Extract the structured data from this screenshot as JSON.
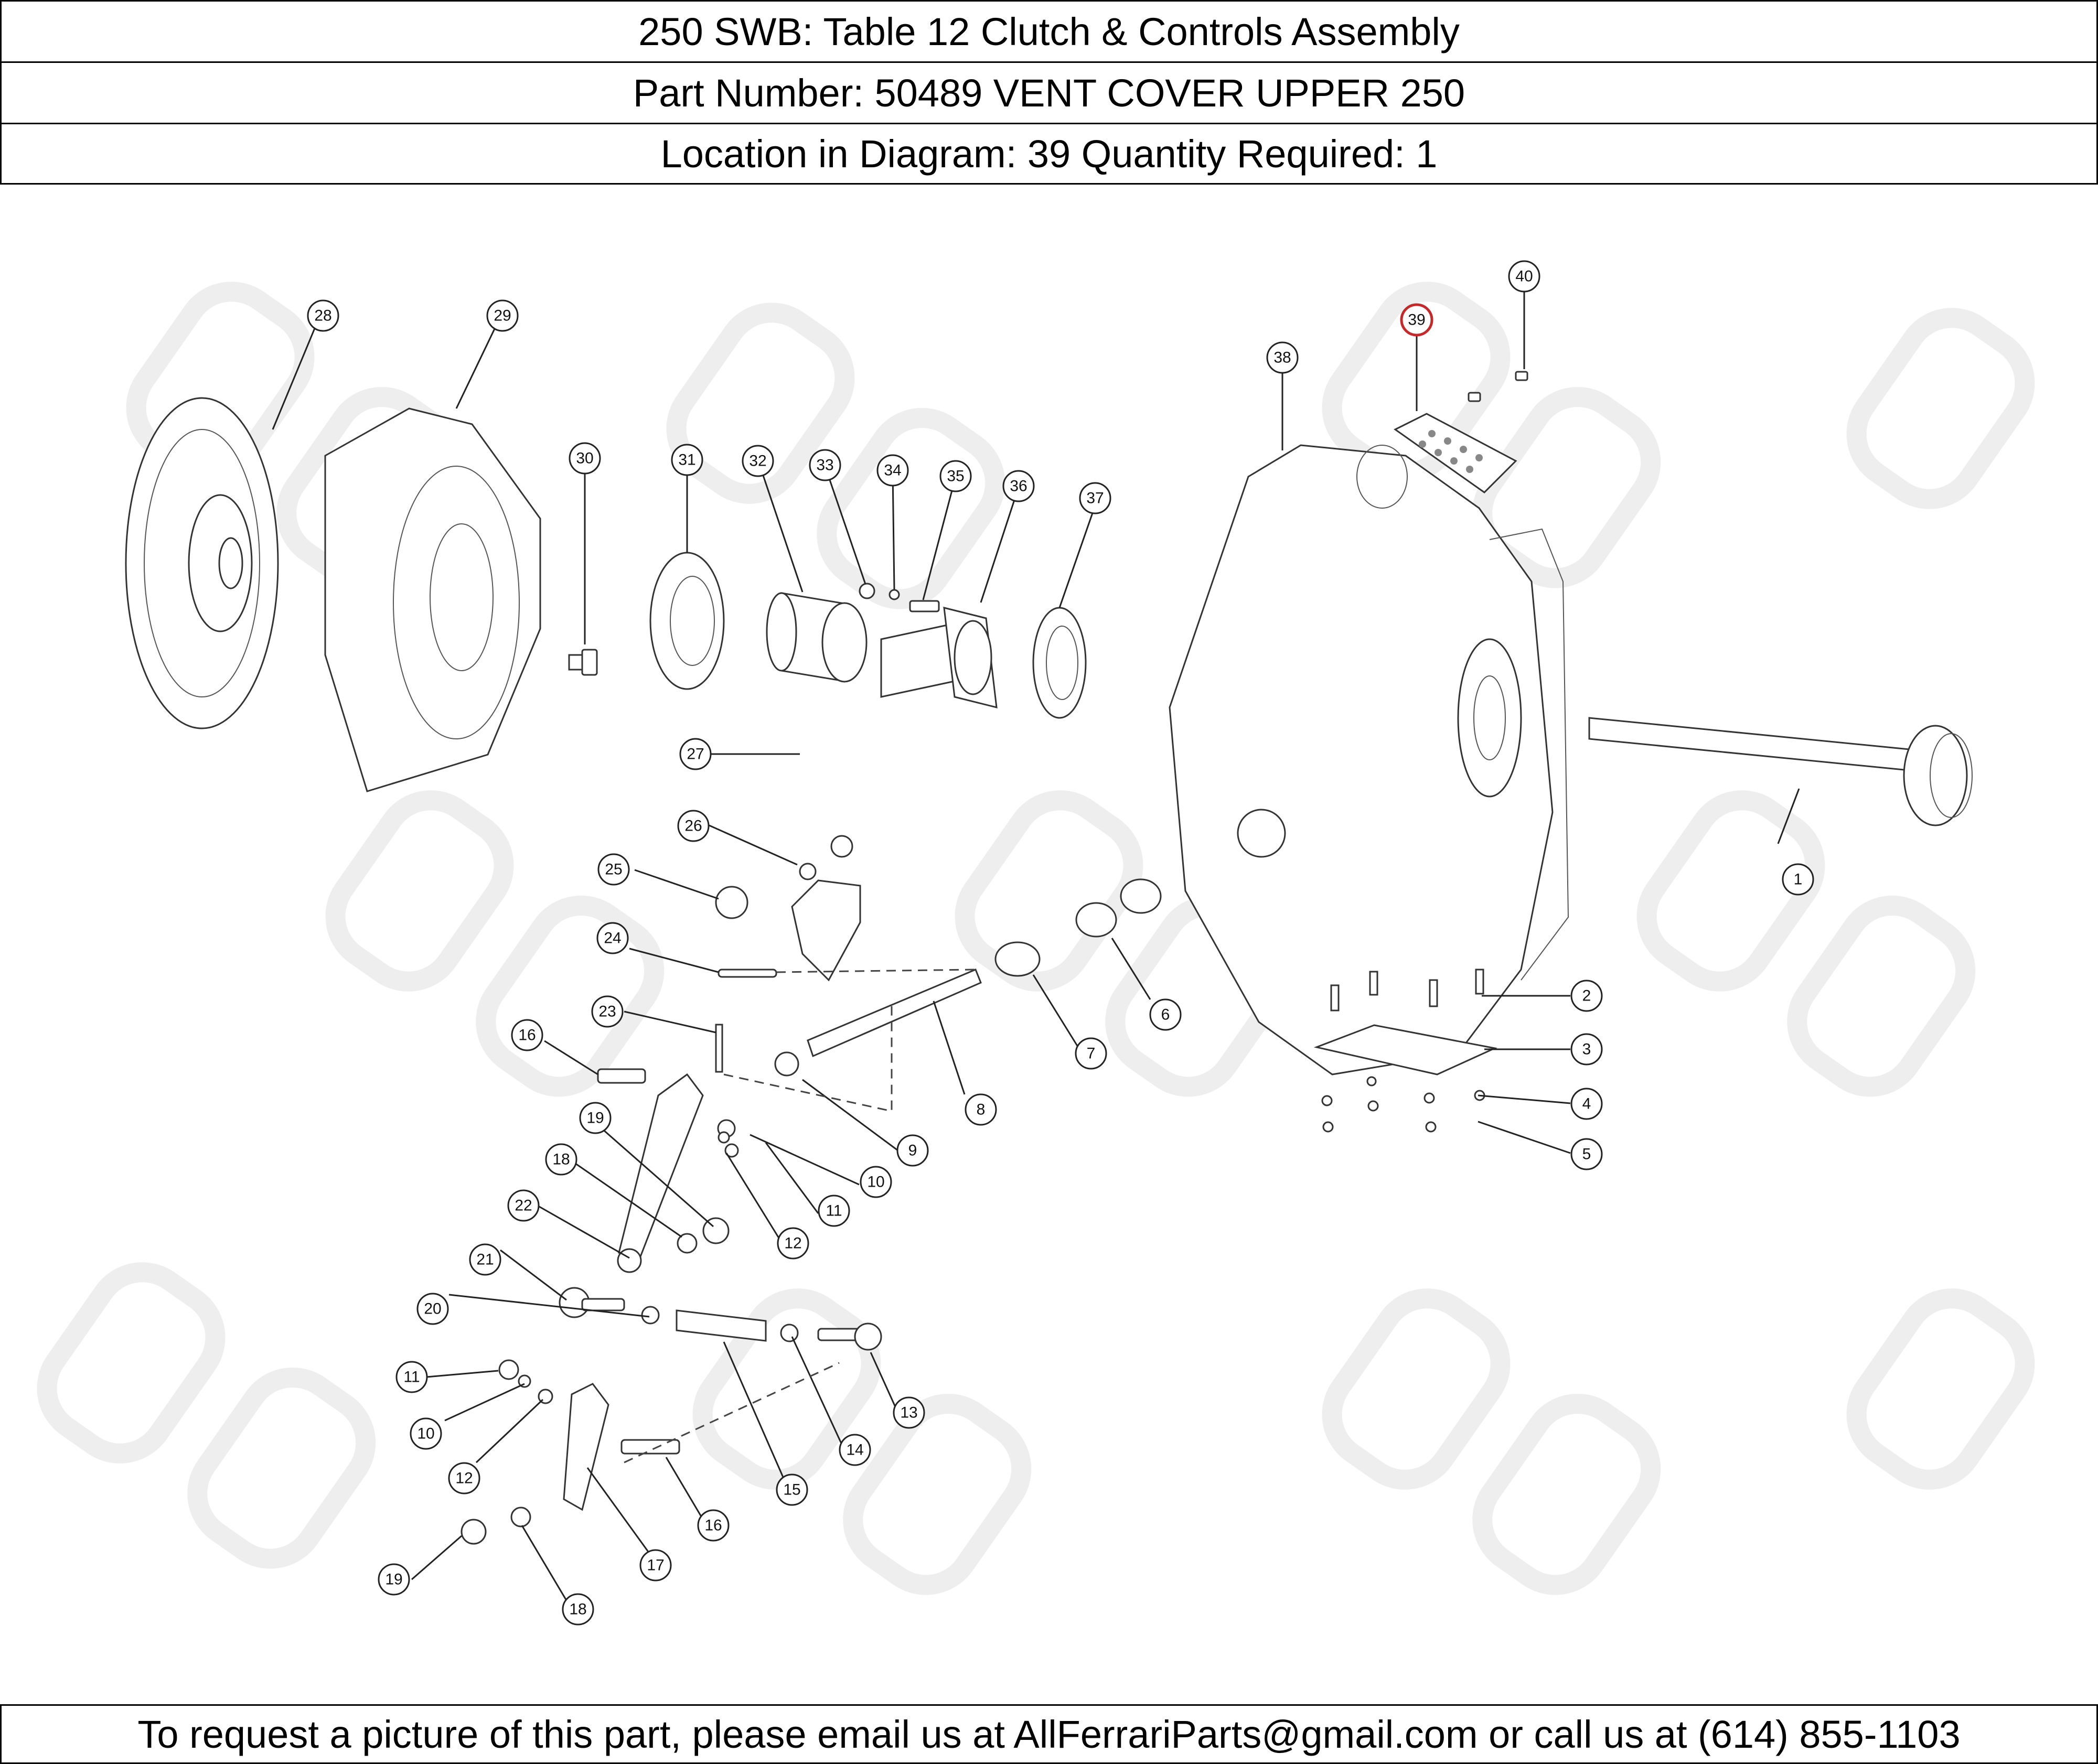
{
  "header": {
    "title": "250 SWB:   Table 12 Clutch & Controls Assembly",
    "part_line": "Part Number: 50489   VENT COVER UPPER 250",
    "location_line": "Location in Diagram: 39   Quantity Required: 1"
  },
  "footer": {
    "contact": "To request a picture of this part, please email us at AllFerrariParts@gmail.com or call us at (614) 855-1103"
  },
  "diagram": {
    "highlight_color": "#c62828",
    "highlighted_callout": "39",
    "callouts": [
      {
        "label": "1"
      },
      {
        "label": "2"
      },
      {
        "label": "3"
      },
      {
        "label": "4"
      },
      {
        "label": "5"
      },
      {
        "label": "6"
      },
      {
        "label": "7"
      },
      {
        "label": "8"
      },
      {
        "label": "9"
      },
      {
        "label": "10"
      },
      {
        "label": "11"
      },
      {
        "label": "12"
      },
      {
        "label": "16"
      },
      {
        "label": "19"
      },
      {
        "label": "18"
      },
      {
        "label": "22"
      },
      {
        "label": "21"
      },
      {
        "label": "20"
      },
      {
        "label": "11"
      },
      {
        "label": "10"
      },
      {
        "label": "12"
      },
      {
        "label": "13"
      },
      {
        "label": "14"
      },
      {
        "label": "15"
      },
      {
        "label": "16"
      },
      {
        "label": "17"
      },
      {
        "label": "19"
      },
      {
        "label": "18"
      },
      {
        "label": "23"
      },
      {
        "label": "24"
      },
      {
        "label": "25"
      },
      {
        "label": "26"
      },
      {
        "label": "27"
      },
      {
        "label": "28"
      },
      {
        "label": "29"
      },
      {
        "label": "30"
      },
      {
        "label": "31"
      },
      {
        "label": "32"
      },
      {
        "label": "33"
      },
      {
        "label": "34"
      },
      {
        "label": "35"
      },
      {
        "label": "36"
      },
      {
        "label": "37"
      },
      {
        "label": "38"
      },
      {
        "label": "39"
      },
      {
        "label": "40"
      }
    ]
  }
}
